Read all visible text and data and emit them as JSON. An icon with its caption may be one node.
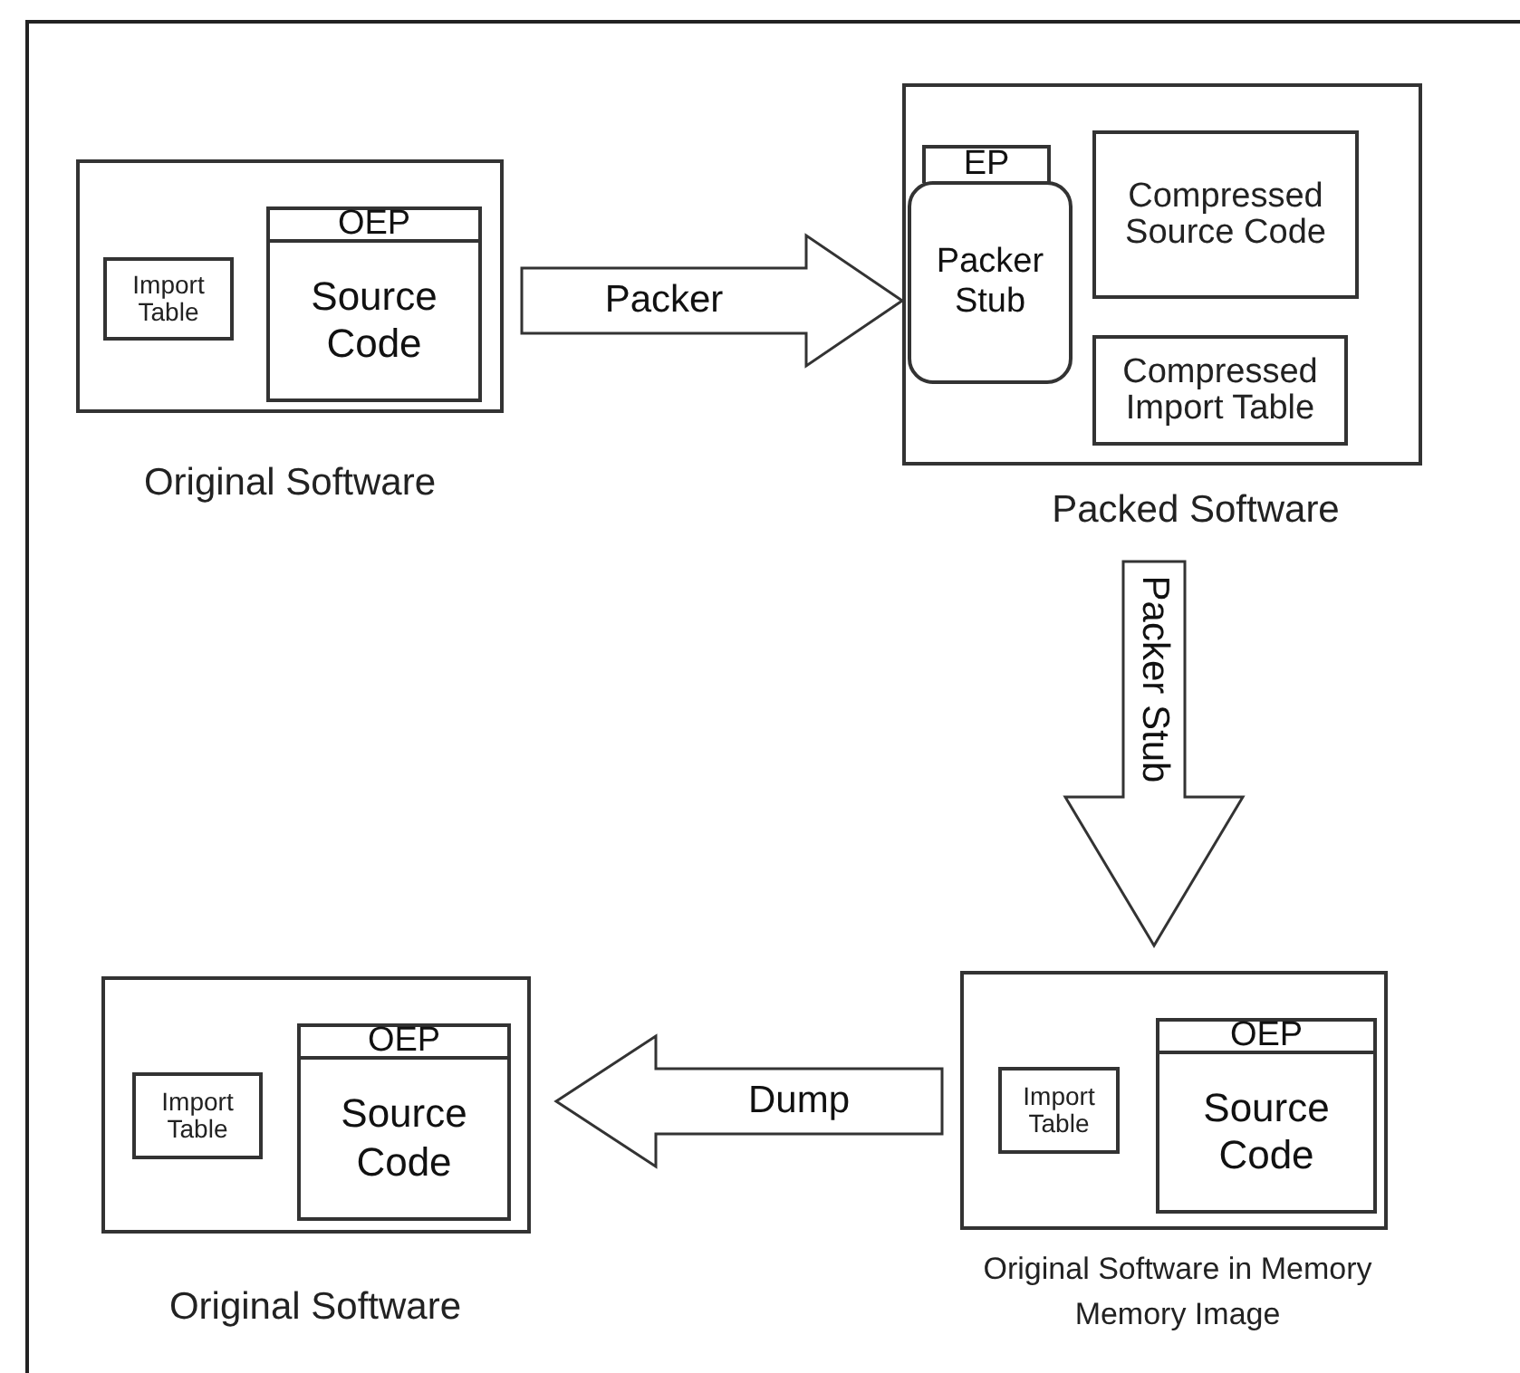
{
  "diagram": {
    "nodes": [
      {
        "text": [],
        "shape": "box",
        "beside": [
          "Original Software"
        ]
      },
      {
        "text": [
          "Import Table"
        ],
        "in": 0
      },
      {
        "text": [
          "OEP",
          "Source Code"
        ],
        "in": 0
      },
      {
        "text": [],
        "shape": "box",
        "beside": [
          "Packed Software"
        ]
      },
      {
        "text": [
          "EP",
          "Packer Stub"
        ],
        "in": 3
      },
      {
        "text": [
          "Compressed Source Code"
        ],
        "in": 3
      },
      {
        "text": [
          "Compressed Import Table"
        ],
        "in": 3
      },
      {
        "text": [],
        "shape": "box",
        "beside": [
          "Original Software in Memory",
          "Memory Image"
        ]
      },
      {
        "text": [
          "Import Table"
        ],
        "in": 7
      },
      {
        "text": [
          "OEP",
          "Source Code"
        ],
        "in": 7
      },
      {
        "text": [],
        "shape": "box",
        "beside": [
          "Original Software"
        ]
      },
      {
        "text": [
          "Import Table"
        ],
        "in": 10
      },
      {
        "text": [
          "OEP",
          "Source Code"
        ],
        "in": 10
      }
    ],
    "edges": [
      {
        "from": 0,
        "to": 3,
        "arrow": "to",
        "label": "Packer"
      },
      {
        "from": 3,
        "to": 7,
        "arrow": "to",
        "label": "Packer Stub"
      },
      {
        "from": 7,
        "to": 10,
        "arrow": "to",
        "label": "Dump"
      }
    ]
  }
}
